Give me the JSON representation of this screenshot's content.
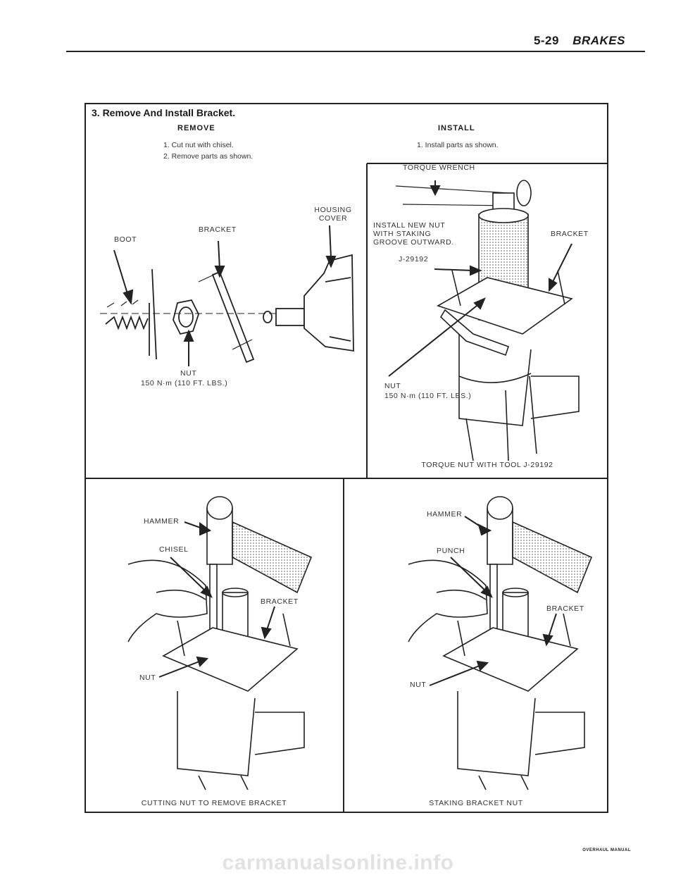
{
  "header": {
    "page": "5-29",
    "section": "BRAKES"
  },
  "panel": {
    "title": "3. Remove And Install Bracket."
  },
  "remove": {
    "heading": "REMOVE",
    "steps": [
      "1. Cut nut with chisel.",
      "2. Remove parts as shown."
    ],
    "labels": {
      "boot": "BOOT",
      "bracket": "BRACKET",
      "housing_cover": [
        "HOUSING",
        "COVER"
      ],
      "nut": "NUT",
      "torque": "150 N·m (110 FT. LBS.)"
    }
  },
  "install": {
    "heading": "INSTALL",
    "steps": [
      "1. Install parts as shown."
    ],
    "labels": {
      "torque_wrench": "TORQUE WRENCH",
      "new_nut": [
        "INSTALL NEW NUT",
        "WITH STAKING",
        "GROOVE OUTWARD."
      ],
      "tool": "J-29192",
      "bracket": "BRACKET",
      "nut": "NUT",
      "torque": "150 N·m (110 FT. LBS.)"
    },
    "caption": "TORQUE NUT WITH TOOL J-29192"
  },
  "cutting": {
    "labels": {
      "hammer": "HAMMER",
      "chisel": "CHISEL",
      "bracket": "BRACKET",
      "nut": "NUT"
    },
    "caption": "CUTTING NUT TO REMOVE BRACKET"
  },
  "staking": {
    "labels": {
      "hammer": "HAMMER",
      "punch": "PUNCH",
      "bracket": "BRACKET",
      "nut": "NUT"
    },
    "caption": "STAKING BRACKET NUT"
  },
  "footer": "OVERHAUL MANUAL",
  "watermark": "carmanualsonline.info"
}
